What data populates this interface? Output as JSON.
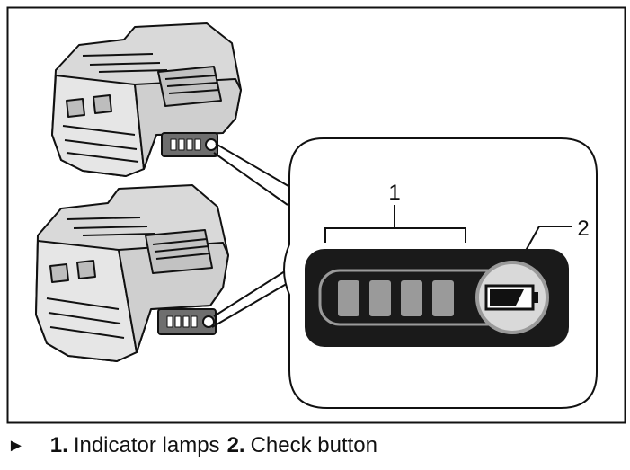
{
  "callouts": {
    "one": "1",
    "two": "2"
  },
  "caption": {
    "arrow": "►",
    "items": [
      {
        "number": "1.",
        "label": "Indicator lamps"
      },
      {
        "number": "2.",
        "label": "Check button"
      }
    ]
  },
  "indicator": {
    "lamp_count": 4,
    "icon": "battery-icon"
  },
  "colors": {
    "line": "#111111",
    "panel": "#1a1a1a",
    "lamp": "#9a9a9a",
    "battery_body": "#d9d9d9",
    "battery_shade": "#b8b8b8"
  }
}
